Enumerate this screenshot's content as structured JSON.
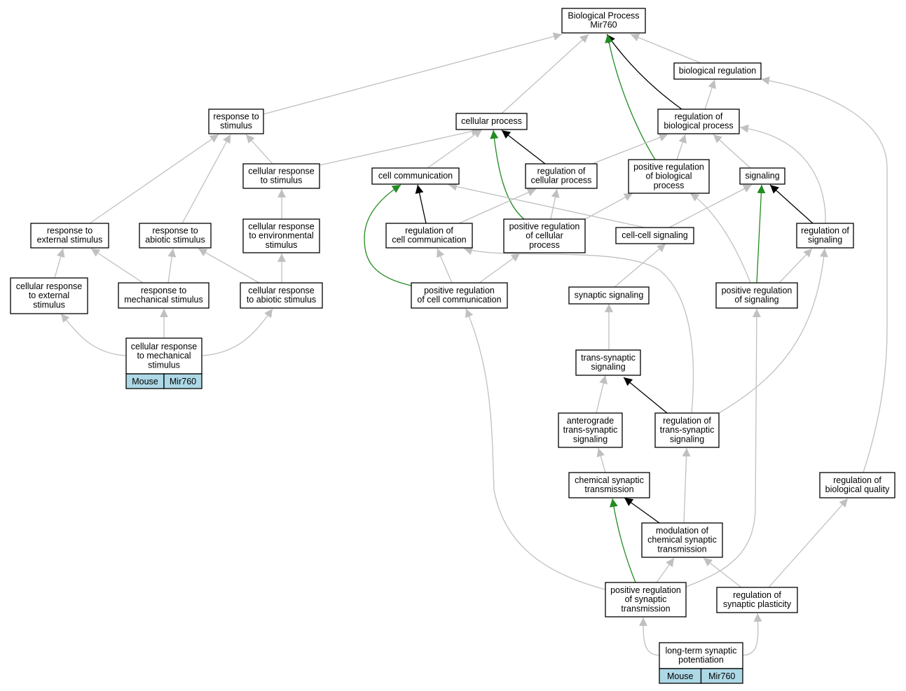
{
  "colors": {
    "is_a_edge": "#c0c0c0",
    "regulates_edge": "#000000",
    "positively_regulates_edge": "#228b22",
    "annotation_cell": "#add8e6"
  },
  "nodes": [
    {
      "id": "bp",
      "label": [
        "Biological Process",
        "Mir760"
      ]
    },
    {
      "id": "bioreg",
      "label": [
        "biological regulation"
      ]
    },
    {
      "id": "resp_stim",
      "label": [
        "response to",
        "stimulus"
      ]
    },
    {
      "id": "cell_proc",
      "label": [
        "cellular process"
      ]
    },
    {
      "id": "reg_bio_proc",
      "label": [
        "regulation of",
        "biological process"
      ]
    },
    {
      "id": "cell_resp_stim",
      "label": [
        "cellular response",
        "to stimulus"
      ]
    },
    {
      "id": "cell_comm",
      "label": [
        "cell communication"
      ]
    },
    {
      "id": "reg_cell_proc",
      "label": [
        "regulation of",
        "cellular process"
      ]
    },
    {
      "id": "pos_reg_bio_proc",
      "label": [
        "positive regulation",
        "of biological",
        "process"
      ]
    },
    {
      "id": "signaling",
      "label": [
        "signaling"
      ]
    },
    {
      "id": "resp_ext_stim",
      "label": [
        "response to",
        "external stimulus"
      ]
    },
    {
      "id": "resp_abiotic",
      "label": [
        "response to",
        "abiotic stimulus"
      ]
    },
    {
      "id": "cell_resp_env",
      "label": [
        "cellular response",
        "to environmental",
        "stimulus"
      ]
    },
    {
      "id": "reg_cell_comm",
      "label": [
        "regulation of",
        "cell communication"
      ]
    },
    {
      "id": "pos_reg_cell_proc",
      "label": [
        "positive regulation",
        "of cellular",
        "process"
      ]
    },
    {
      "id": "cell_cell_sig",
      "label": [
        "cell-cell signaling"
      ]
    },
    {
      "id": "reg_signaling",
      "label": [
        "regulation of",
        "signaling"
      ]
    },
    {
      "id": "cell_resp_ext",
      "label": [
        "cellular response",
        "to external",
        "stimulus"
      ]
    },
    {
      "id": "resp_mech",
      "label": [
        "response to",
        "mechanical stimulus"
      ]
    },
    {
      "id": "cell_resp_abiotic",
      "label": [
        "cellular response",
        "to abiotic stimulus"
      ]
    },
    {
      "id": "pos_reg_cell_comm",
      "label": [
        "positive regulation",
        "of cell communication"
      ]
    },
    {
      "id": "syn_sig",
      "label": [
        "synaptic signaling"
      ]
    },
    {
      "id": "pos_reg_sig",
      "label": [
        "positive regulation",
        "of signaling"
      ]
    },
    {
      "id": "cell_resp_mech",
      "label": [
        "cellular response",
        "to mechanical",
        "stimulus"
      ],
      "cells": [
        "Mouse",
        "Mir760"
      ]
    },
    {
      "id": "trans_syn",
      "label": [
        "trans-synaptic",
        "signaling"
      ]
    },
    {
      "id": "antero",
      "label": [
        "anterograde",
        "trans-synaptic",
        "signaling"
      ]
    },
    {
      "id": "reg_trans_syn",
      "label": [
        "regulation of",
        "trans-synaptic",
        "signaling"
      ]
    },
    {
      "id": "chem_syn",
      "label": [
        "chemical synaptic",
        "transmission"
      ]
    },
    {
      "id": "reg_bio_quality",
      "label": [
        "regulation of",
        "biological quality"
      ]
    },
    {
      "id": "mod_chem_syn",
      "label": [
        "modulation of",
        "chemical synaptic",
        "transmission"
      ]
    },
    {
      "id": "pos_reg_syn_trans",
      "label": [
        "positive regulation",
        "of synaptic",
        "transmission"
      ]
    },
    {
      "id": "reg_syn_plast",
      "label": [
        "regulation of",
        "synaptic plasticity"
      ]
    },
    {
      "id": "ltp",
      "label": [
        "long-term synaptic",
        "potentiation"
      ],
      "cells": [
        "Mouse",
        "Mir760"
      ]
    }
  ],
  "edges": [
    {
      "from": "resp_stim",
      "to": "bp",
      "type": "is_a"
    },
    {
      "from": "cell_proc",
      "to": "bp",
      "type": "is_a"
    },
    {
      "from": "reg_bio_proc",
      "to": "bp",
      "type": "regulates"
    },
    {
      "from": "pos_reg_bio_proc",
      "to": "bp",
      "type": "positively_regulates"
    },
    {
      "from": "bioreg",
      "to": "bp",
      "type": "is_a"
    },
    {
      "from": "reg_bio_proc",
      "to": "bioreg",
      "type": "is_a"
    },
    {
      "from": "reg_bio_quality",
      "to": "bioreg",
      "type": "is_a"
    },
    {
      "from": "cell_resp_stim",
      "to": "resp_stim",
      "type": "is_a"
    },
    {
      "from": "resp_ext_stim",
      "to": "resp_stim",
      "type": "is_a"
    },
    {
      "from": "resp_abiotic",
      "to": "resp_stim",
      "type": "is_a"
    },
    {
      "from": "cell_resp_stim",
      "to": "cell_proc",
      "type": "is_a"
    },
    {
      "from": "cell_comm",
      "to": "cell_proc",
      "type": "is_a"
    },
    {
      "from": "reg_cell_proc",
      "to": "cell_proc",
      "type": "regulates"
    },
    {
      "from": "pos_reg_cell_proc",
      "to": "cell_proc",
      "type": "positively_regulates"
    },
    {
      "from": "reg_cell_proc",
      "to": "reg_bio_proc",
      "type": "is_a"
    },
    {
      "from": "pos_reg_bio_proc",
      "to": "reg_bio_proc",
      "type": "is_a"
    },
    {
      "from": "signaling",
      "to": "reg_bio_proc",
      "type": "is_a"
    },
    {
      "from": "reg_signaling",
      "to": "reg_bio_proc",
      "type": "is_a"
    },
    {
      "from": "cell_resp_env",
      "to": "cell_resp_stim",
      "type": "is_a"
    },
    {
      "from": "reg_cell_comm",
      "to": "cell_comm",
      "type": "regulates"
    },
    {
      "from": "pos_reg_cell_comm",
      "to": "cell_comm",
      "type": "positively_regulates"
    },
    {
      "from": "cell_cell_sig",
      "to": "cell_comm",
      "type": "is_a"
    },
    {
      "from": "reg_cell_comm",
      "to": "reg_cell_proc",
      "type": "is_a"
    },
    {
      "from": "pos_reg_cell_proc",
      "to": "reg_cell_proc",
      "type": "is_a"
    },
    {
      "from": "pos_reg_cell_proc",
      "to": "pos_reg_bio_proc",
      "type": "is_a"
    },
    {
      "from": "pos_reg_sig",
      "to": "pos_reg_bio_proc",
      "type": "is_a"
    },
    {
      "from": "cell_cell_sig",
      "to": "signaling",
      "type": "is_a"
    },
    {
      "from": "reg_signaling",
      "to": "signaling",
      "type": "regulates"
    },
    {
      "from": "pos_reg_sig",
      "to": "signaling",
      "type": "positively_regulates"
    },
    {
      "from": "cell_resp_ext",
      "to": "resp_ext_stim",
      "type": "is_a"
    },
    {
      "from": "resp_mech",
      "to": "resp_ext_stim",
      "type": "is_a"
    },
    {
      "from": "resp_mech",
      "to": "resp_abiotic",
      "type": "is_a"
    },
    {
      "from": "cell_resp_abiotic",
      "to": "resp_abiotic",
      "type": "is_a"
    },
    {
      "from": "cell_resp_abiotic",
      "to": "cell_resp_env",
      "type": "is_a"
    },
    {
      "from": "pos_reg_cell_comm",
      "to": "reg_cell_comm",
      "type": "is_a"
    },
    {
      "from": "reg_trans_syn",
      "to": "reg_cell_comm",
      "type": "is_a"
    },
    {
      "from": "pos_reg_cell_comm",
      "to": "pos_reg_cell_proc",
      "type": "is_a"
    },
    {
      "from": "syn_sig",
      "to": "cell_cell_sig",
      "type": "is_a"
    },
    {
      "from": "pos_reg_sig",
      "to": "reg_signaling",
      "type": "is_a"
    },
    {
      "from": "reg_trans_syn",
      "to": "reg_signaling",
      "type": "is_a"
    },
    {
      "from": "cell_resp_mech",
      "to": "cell_resp_ext",
      "type": "is_a"
    },
    {
      "from": "cell_resp_mech",
      "to": "resp_mech",
      "type": "is_a"
    },
    {
      "from": "cell_resp_mech",
      "to": "cell_resp_abiotic",
      "type": "is_a"
    },
    {
      "from": "pos_reg_syn_trans",
      "to": "pos_reg_cell_comm",
      "type": "is_a"
    },
    {
      "from": "trans_syn",
      "to": "syn_sig",
      "type": "is_a"
    },
    {
      "from": "pos_reg_syn_trans",
      "to": "pos_reg_sig",
      "type": "is_a"
    },
    {
      "from": "antero",
      "to": "trans_syn",
      "type": "is_a"
    },
    {
      "from": "reg_trans_syn",
      "to": "trans_syn",
      "type": "regulates"
    },
    {
      "from": "chem_syn",
      "to": "antero",
      "type": "is_a"
    },
    {
      "from": "mod_chem_syn",
      "to": "reg_trans_syn",
      "type": "is_a"
    },
    {
      "from": "mod_chem_syn",
      "to": "chem_syn",
      "type": "regulates"
    },
    {
      "from": "pos_reg_syn_trans",
      "to": "chem_syn",
      "type": "positively_regulates"
    },
    {
      "from": "reg_syn_plast",
      "to": "reg_bio_quality",
      "type": "is_a"
    },
    {
      "from": "pos_reg_syn_trans",
      "to": "mod_chem_syn",
      "type": "is_a"
    },
    {
      "from": "reg_syn_plast",
      "to": "mod_chem_syn",
      "type": "is_a"
    },
    {
      "from": "ltp",
      "to": "pos_reg_syn_trans",
      "type": "is_a"
    },
    {
      "from": "ltp",
      "to": "reg_syn_plast",
      "type": "is_a"
    }
  ]
}
